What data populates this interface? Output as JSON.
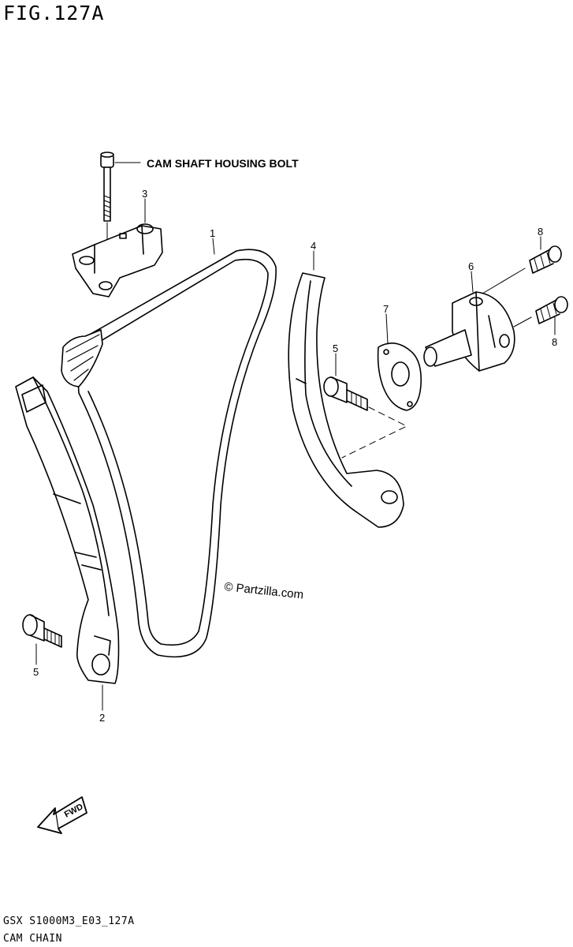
{
  "figure": {
    "title": "FIG.127A",
    "code": "GSX S1000M3_E03_127A",
    "name": "CAM CHAIN"
  },
  "callouts": {
    "cam_shaft_housing_bolt": "CAM SHAFT HOUSING BOLT",
    "p1": "1",
    "p2": "2",
    "p3": "3",
    "p4": "4",
    "p5_left": "5",
    "p5_right": "5",
    "p6": "6",
    "p7": "7",
    "p8_top": "8",
    "p8_bottom": "8"
  },
  "watermark": "© Partzilla.com",
  "fwd_badge": "FWD",
  "colors": {
    "ink": "#000000",
    "paper": "#ffffff"
  }
}
